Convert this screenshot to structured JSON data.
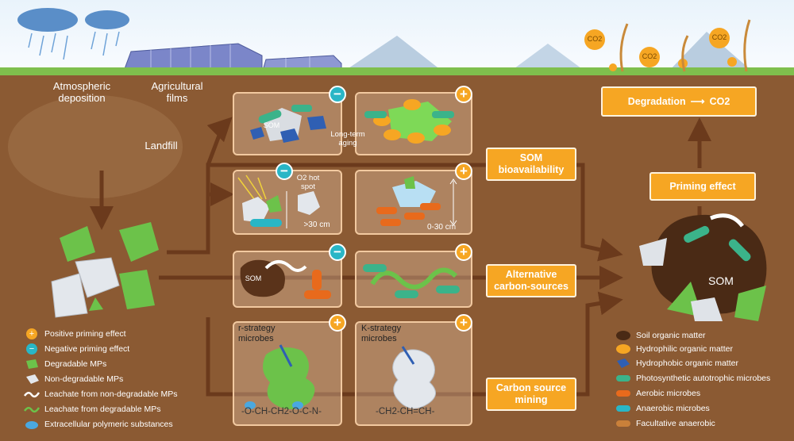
{
  "labels": {
    "atmospheric_deposition": "Atmospheric deposition",
    "agricultural_films": "Agricultural films",
    "landfill": "Landfill",
    "long_term_aging": "Long-term aging",
    "o2_hot_spot": "O2 hot spot",
    "depth_deep": ">30 cm",
    "depth_shallow": "0-30 cm",
    "r_strategy": "r-strategy microbes",
    "k_strategy": "K-strategy microbes",
    "som": "SOM",
    "som_big": "SOM",
    "co2": "CO2"
  },
  "boxes": {
    "som_bioavailability": "SOM bioavailability",
    "alternative_carbon": "Alternative carbon-sources",
    "carbon_mining": "Carbon source mining",
    "priming_effect": "Priming effect",
    "degradation": "Degradation",
    "degradation_co2": "CO2"
  },
  "chem": {
    "r_formula": "-O-CH-CH2-O-C-N-",
    "k_formula": "-CH2-CH=CH-"
  },
  "legend_left": [
    {
      "icon": "plus-icon",
      "label": "Positive priming effect"
    },
    {
      "icon": "minus-icon",
      "label": "Negative priming effect"
    },
    {
      "icon": "degradable-mp-icon",
      "label": "Degradable MPs"
    },
    {
      "icon": "nondegradable-mp-icon",
      "label": "Non-degradable MPs"
    },
    {
      "icon": "leachate-nondegradable-icon",
      "label": "Leachate from non-degradable MPs"
    },
    {
      "icon": "leachate-degradable-icon",
      "label": "Leachate from degradable MPs"
    },
    {
      "icon": "eps-icon",
      "label": "Extracellular polymeric substances"
    }
  ],
  "legend_right": [
    {
      "icon": "soil-om-icon",
      "label": "Soil organic matter"
    },
    {
      "icon": "hydrophilic-om-icon",
      "label": "Hydrophilic organic matter"
    },
    {
      "icon": "hydrophobic-om-icon",
      "label": "Hydrophobic organic matter"
    },
    {
      "icon": "photosynthetic-microbe-icon",
      "label": "Photosynthetic autotrophic microbes"
    },
    {
      "icon": "aerobic-microbe-icon",
      "label": "Aerobic microbes"
    },
    {
      "icon": "anaerobic-microbe-icon",
      "label": "Anaerobic microbes"
    },
    {
      "icon": "facultative-microbe-icon",
      "label": "Facultative anaerobic"
    }
  ],
  "colors": {
    "soil": "#8b5a33",
    "arrow": "#6b3a1c",
    "orange_box": "#f6a623",
    "positive": "#f6a623",
    "negative": "#29b6c6",
    "degradable": "#6cc24a",
    "nondegradable": "#d8dde3"
  }
}
